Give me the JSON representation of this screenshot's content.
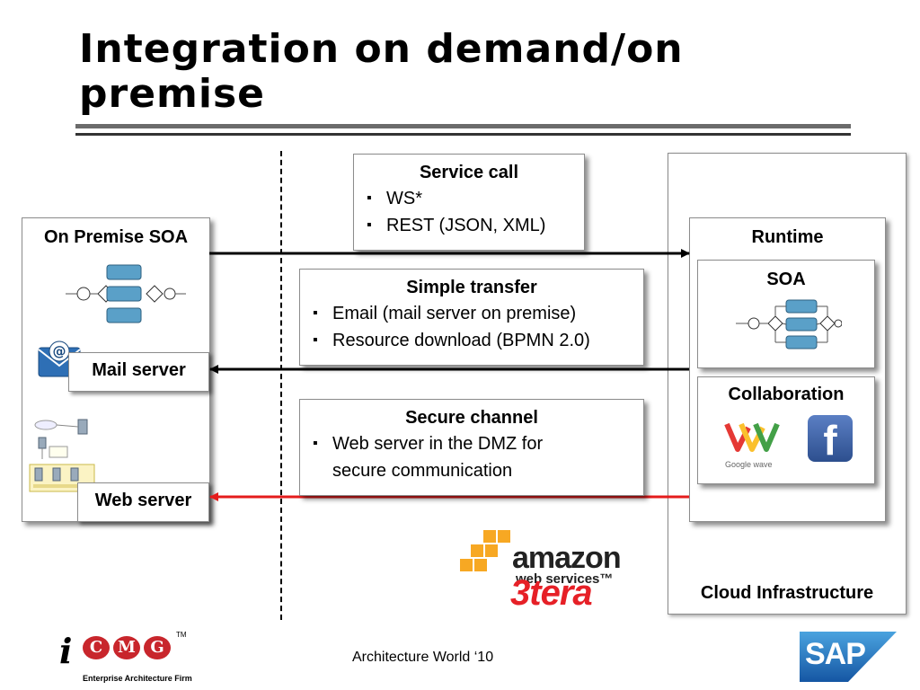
{
  "slide": {
    "title": "Integration on demand/on premise"
  },
  "on_premise": {
    "label": "On Premise SOA",
    "mail_server": "Mail server",
    "web_server": "Web server"
  },
  "callouts": {
    "service_call": {
      "title": "Service call",
      "items": [
        "WS*",
        "REST (JSON, XML)"
      ]
    },
    "simple_transfer": {
      "title": "Simple transfer",
      "items": [
        "Email (mail server on premise)",
        "Resource download (BPMN 2.0)"
      ]
    },
    "secure_channel": {
      "title": "Secure channel",
      "items": [
        "Web server in the DMZ for secure communication"
      ]
    }
  },
  "cloud": {
    "runtime": "Runtime",
    "soa": "SOA",
    "collaboration": "Collaboration",
    "google_wave": "Google wave",
    "infrastructure": "Cloud Infrastructure",
    "amazon_logo": "amazon",
    "amazon_sub": "web services™",
    "tera_logo": "3tera"
  },
  "footer": {
    "text": "Architecture World ‘10",
    "icmg_letters": [
      "i",
      "C",
      "M",
      "G"
    ],
    "icmg_tm": "TM",
    "icmg_tagline": "Enterprise Architecture Firm",
    "sap": "SAP"
  },
  "colors": {
    "arrow_default": "#000000",
    "arrow_secure": "#e51c1c",
    "icmg_red": "#c8262c",
    "sap_blue": "#1d6fb8"
  }
}
